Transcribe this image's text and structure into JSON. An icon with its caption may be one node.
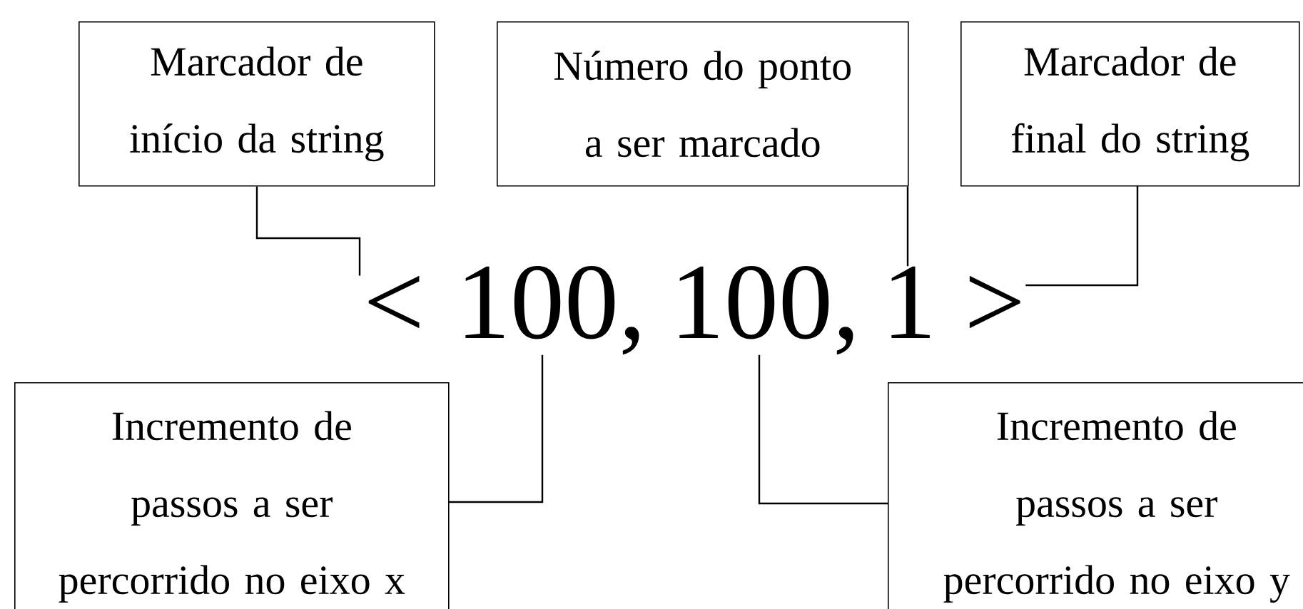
{
  "diagram": {
    "nodes": [
      {
        "text": [
          "Marcador de início da string"
        ]
      },
      {
        "text": [
          "Número do ponto a ser marcado"
        ]
      },
      {
        "text": [
          "Marcador de final do string"
        ]
      },
      {
        "text": [
          "<"
        ]
      },
      {
        "text": [
          "100,"
        ]
      },
      {
        "text": [
          "100,"
        ]
      },
      {
        "text": [
          "1"
        ]
      },
      {
        "text": [
          ">"
        ]
      },
      {
        "text": [
          "Incremento de passos a ser percorrido no eixo x"
        ]
      },
      {
        "text": [
          "Incremento de passos a ser percorrido no eixo y"
        ]
      }
    ],
    "edges": [
      {
        "from": 0,
        "to": 3,
        "arrow": "none"
      },
      {
        "from": 1,
        "to": 6,
        "arrow": "none"
      },
      {
        "from": 2,
        "to": 7,
        "arrow": "none"
      },
      {
        "from": 8,
        "to": 4,
        "arrow": "none"
      },
      {
        "from": 9,
        "to": 5,
        "arrow": "none"
      }
    ]
  }
}
